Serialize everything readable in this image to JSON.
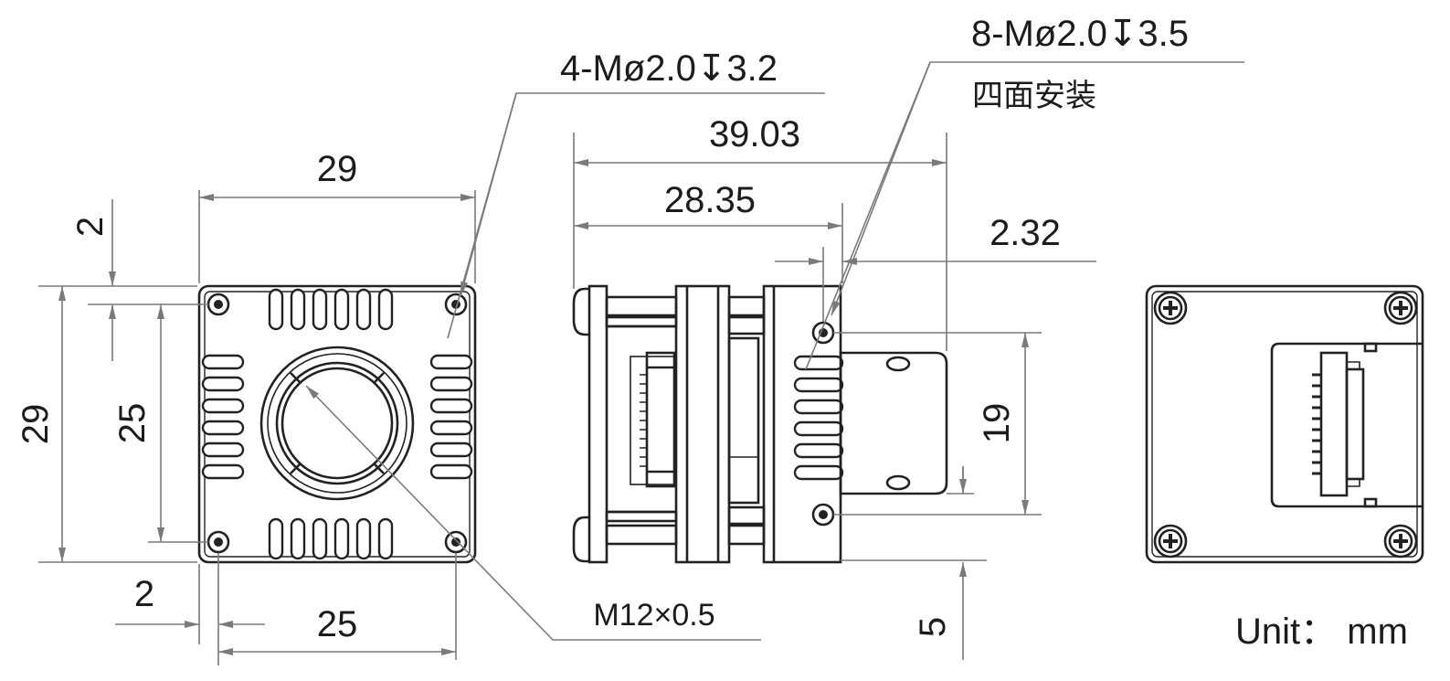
{
  "annotations": {
    "front_holes": "4-Mø2.0↧3.2",
    "side_holes": "8-Mø2.0↧3.5",
    "side_holes_note": "四面安装",
    "lens_mount": "M12×0.5",
    "unit": "Unit： mm"
  },
  "dimensions": {
    "front_width": "29",
    "front_height": "29",
    "hole_spacing_horizontal": "25",
    "hole_spacing_vertical": "25",
    "hole_offset_top": "2",
    "hole_offset_left": "2",
    "side_total_length": "39.03",
    "side_body_length": "28.35",
    "side_hole_offset": "2.32",
    "side_hole_spacing": "19",
    "side_connector_offset": "5"
  },
  "views": [
    "front-view",
    "side-view",
    "rear-view"
  ]
}
